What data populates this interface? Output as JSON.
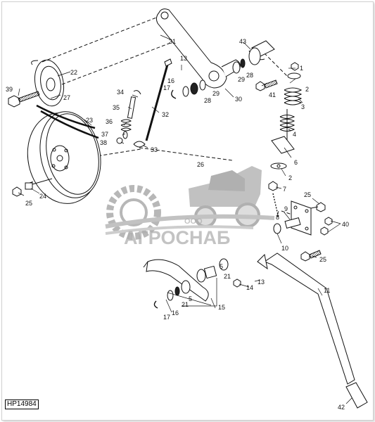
{
  "figure_id": "HP14984",
  "watermark": {
    "small": "ООО",
    "brand": "АГРОСНАБ"
  },
  "callouts": [
    {
      "id": "c1",
      "text": "1"
    },
    {
      "id": "c2a",
      "text": "2"
    },
    {
      "id": "c2b",
      "text": "2"
    },
    {
      "id": "c3",
      "text": "3"
    },
    {
      "id": "c4",
      "text": "4"
    },
    {
      "id": "c5a",
      "text": "5"
    },
    {
      "id": "c5b",
      "text": "5"
    },
    {
      "id": "c6",
      "text": "6"
    },
    {
      "id": "c7",
      "text": "7"
    },
    {
      "id": "c8",
      "text": "8"
    },
    {
      "id": "c9",
      "text": "9"
    },
    {
      "id": "c10",
      "text": "10"
    },
    {
      "id": "c11",
      "text": "11"
    },
    {
      "id": "c13a",
      "text": "13"
    },
    {
      "id": "c13b",
      "text": "13"
    },
    {
      "id": "c14",
      "text": "14"
    },
    {
      "id": "c15",
      "text": "15"
    },
    {
      "id": "c16a",
      "text": "16"
    },
    {
      "id": "c16b",
      "text": "16"
    },
    {
      "id": "c17a",
      "text": "17"
    },
    {
      "id": "c17b",
      "text": "17"
    },
    {
      "id": "c21a",
      "text": "21"
    },
    {
      "id": "c21b",
      "text": "21"
    },
    {
      "id": "c22",
      "text": "22"
    },
    {
      "id": "c23",
      "text": "23"
    },
    {
      "id": "c24",
      "text": "24"
    },
    {
      "id": "c25a",
      "text": "25"
    },
    {
      "id": "c25b",
      "text": "25"
    },
    {
      "id": "c25c",
      "text": "25"
    },
    {
      "id": "c26",
      "text": "26"
    },
    {
      "id": "c27",
      "text": "27"
    },
    {
      "id": "c28a",
      "text": "28"
    },
    {
      "id": "c28b",
      "text": "28"
    },
    {
      "id": "c29a",
      "text": "29"
    },
    {
      "id": "c29b",
      "text": "29"
    },
    {
      "id": "c30",
      "text": "30"
    },
    {
      "id": "c31",
      "text": "31"
    },
    {
      "id": "c32",
      "text": "32"
    },
    {
      "id": "c33",
      "text": "33"
    },
    {
      "id": "c34",
      "text": "34"
    },
    {
      "id": "c35",
      "text": "35"
    },
    {
      "id": "c36",
      "text": "36"
    },
    {
      "id": "c37",
      "text": "37"
    },
    {
      "id": "c38",
      "text": "38"
    },
    {
      "id": "c39",
      "text": "39"
    },
    {
      "id": "c40",
      "text": "40"
    },
    {
      "id": "c41",
      "text": "41"
    },
    {
      "id": "c42",
      "text": "42"
    },
    {
      "id": "c43",
      "text": "43"
    }
  ]
}
